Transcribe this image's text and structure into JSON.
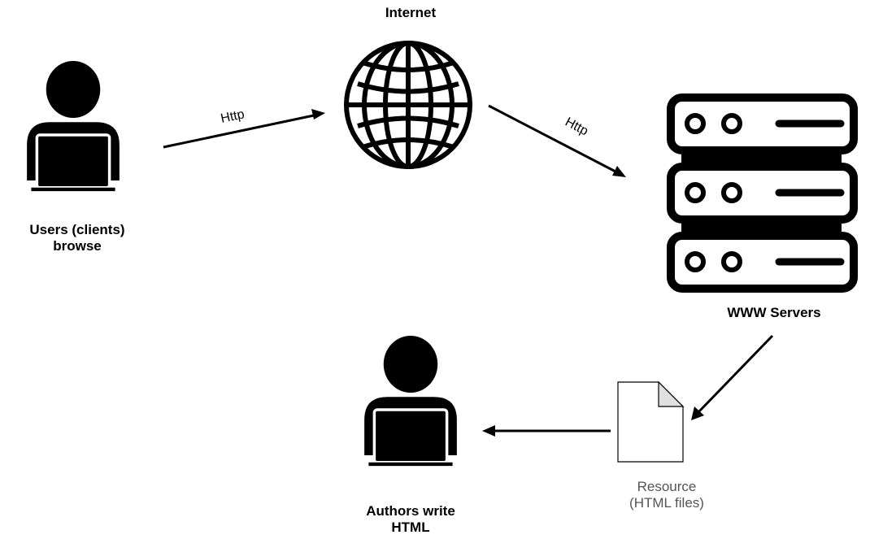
{
  "labels": {
    "users": [
      "Users (clients)",
      "browse"
    ],
    "internet": "Internet",
    "servers": "WWW Servers",
    "resource": [
      "Resource",
      "(HTML files)"
    ],
    "authors": [
      "Authors write",
      "HTML"
    ]
  },
  "edges": {
    "users_to_internet": "Http",
    "internet_to_servers": "Http"
  },
  "icons": {
    "users": "user-laptop-icon",
    "internet": "globe-icon",
    "servers": "server-rack-icon",
    "resource": "document-icon",
    "authors": "user-laptop-icon"
  },
  "colors": {
    "stroke": "#000000",
    "resource_text": "#555555",
    "document_fill": "#ffffff"
  }
}
